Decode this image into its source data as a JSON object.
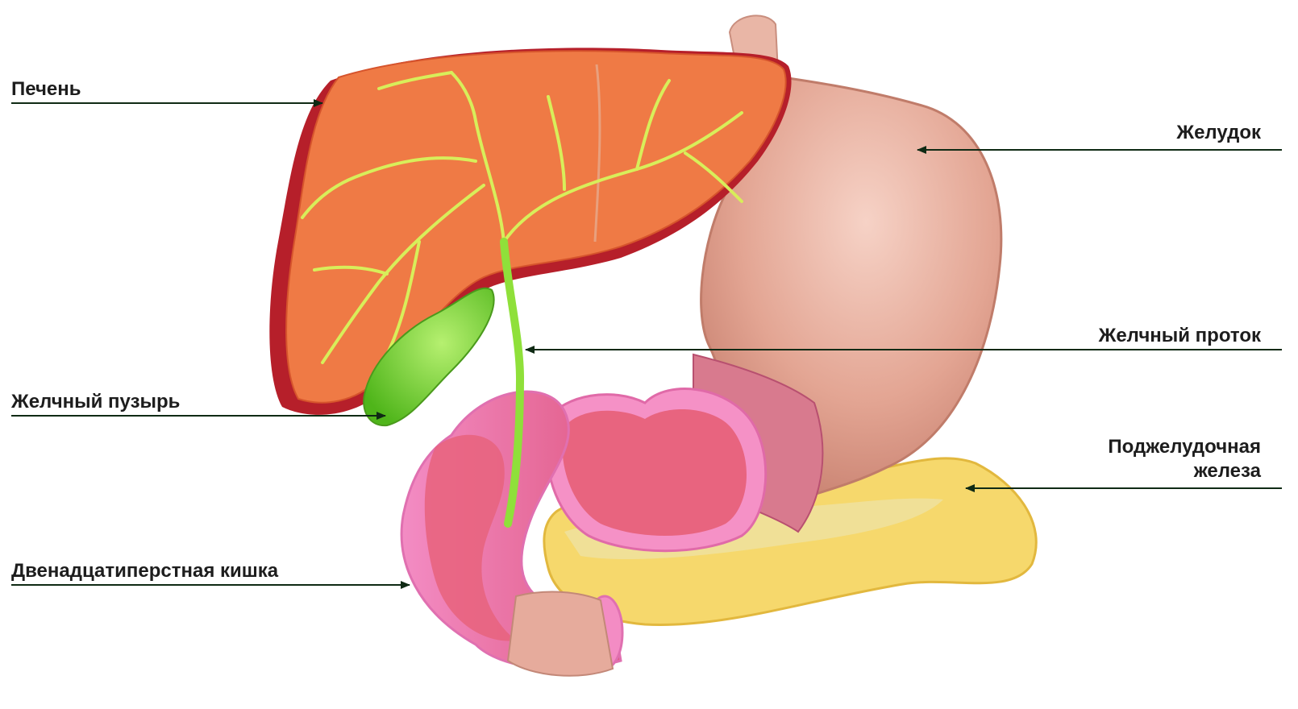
{
  "labels": {
    "liver": "Печень",
    "gallbladder": "Желчный пузырь",
    "duodenum": "Двенадцатиперстная кишка",
    "stomach": "Желудок",
    "bile_duct": "Желчный проток",
    "pancreas_line1": "Поджелудочная",
    "pancreas_line2": "железа"
  },
  "colors": {
    "liver": "#ef7a45",
    "liver_dark": "#b61f2a",
    "bile_tree": "#d8ee5a",
    "gallbladder": "#7ad62a",
    "stomach": "#e8b0a0",
    "duodenum_pink": "#f07fbf",
    "mucosa": "#e8647f",
    "pancreas": "#f4d86a",
    "leader_line": "#0f2a14"
  }
}
